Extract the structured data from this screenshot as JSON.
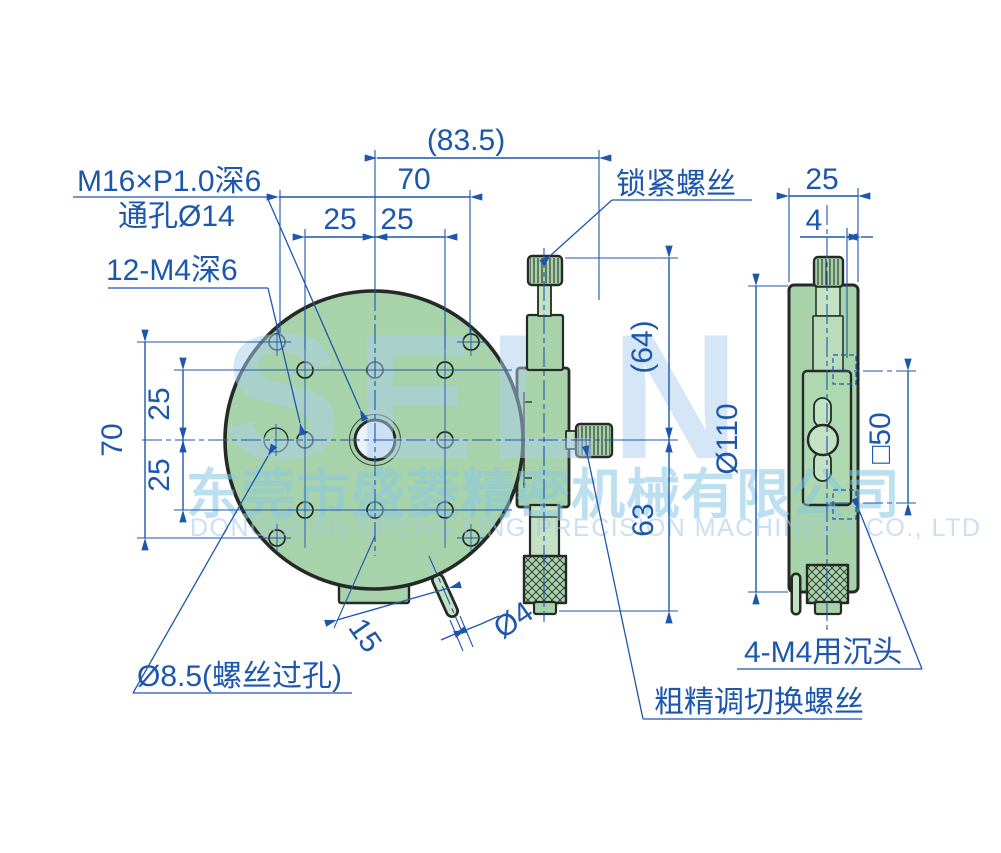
{
  "watermark": {
    "logo": "SELN",
    "company_cn": "东莞市盛菱精密机械有限公司",
    "company_en": "DONGGUAN SHENG LING PRECISION MACHINERY CO., LTD"
  },
  "colors": {
    "dimension_blue": "#1d57ac",
    "part_green": "#a8d3aa",
    "part_green_light": "#c3e2c4",
    "outline_dark": "#242a25",
    "hole_fill": "#eaf3fb",
    "watermark_blue": "#aecfea"
  },
  "callouts": {
    "center_thread": "M16×P1.0深6",
    "center_through_hole": "通孔Ø14",
    "top_holes": "12-M4深6",
    "screw_pass_hole": "Ø8.5(螺丝过孔)",
    "lock_screw": "锁紧螺丝",
    "coarse_fine_switch_screw": "粗精调切换螺丝",
    "counterbore_holes": "4-M4用沉头"
  },
  "dimensions": {
    "ref_total_width": "(83.5)",
    "mount_span_h": "70",
    "pitch_h1": "25",
    "pitch_h2": "25",
    "mount_span_v": "70",
    "pitch_v1": "25",
    "pitch_v2": "25",
    "handle_offset": "15",
    "handle_dia": "Ø4",
    "ref_drive_upper": "(64)",
    "drive_lower": "63",
    "side_thickness": "25",
    "side_hole_offset": "4",
    "plate_dia": "Ø110",
    "hole_square": "□50"
  }
}
